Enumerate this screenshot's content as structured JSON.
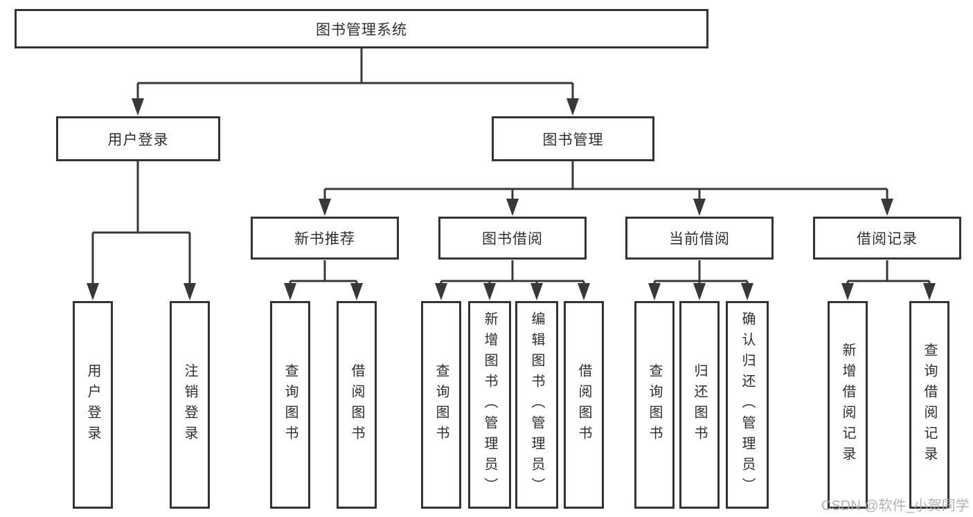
{
  "tree": {
    "root": {
      "label": "图书管理系统"
    },
    "children": [
      {
        "label": "用户登录",
        "children": [
          {
            "label": "用户登录"
          },
          {
            "label": "注销登录"
          }
        ]
      },
      {
        "label": "图书管理",
        "children": [
          {
            "label": "新书推荐",
            "children": [
              {
                "label": "查询图书"
              },
              {
                "label": "借阅图书"
              }
            ]
          },
          {
            "label": "图书借阅",
            "children": [
              {
                "label": "查询图书"
              },
              {
                "label": "新增图书（管理员）"
              },
              {
                "label": "编辑图书（管理员）"
              },
              {
                "label": "借阅图书"
              }
            ]
          },
          {
            "label": "当前借阅",
            "children": [
              {
                "label": "查询图书"
              },
              {
                "label": "归还图书"
              },
              {
                "label": "确认归还（管理员）"
              }
            ]
          },
          {
            "label": "借阅记录",
            "children": [
              {
                "label": "新增借阅记录"
              },
              {
                "label": "查询借阅记录"
              }
            ]
          }
        ]
      }
    ]
  },
  "watermark": {
    "text": "CSDN @软件_小贺同学"
  },
  "colors": {
    "line": "#383838",
    "box_border": "#333333",
    "box_fill": "#ffffff",
    "text": "#2e2e2e",
    "watermark": "#a8a8a8",
    "background": "#ffffff"
  }
}
